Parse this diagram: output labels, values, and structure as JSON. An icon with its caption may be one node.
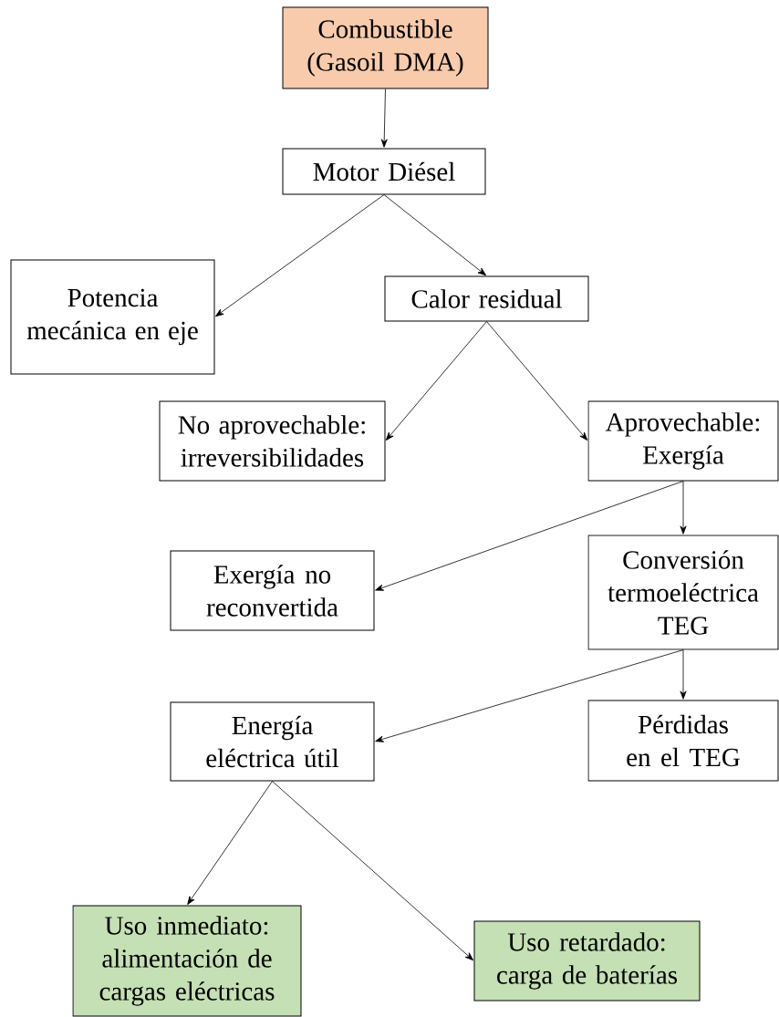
{
  "diagram": {
    "nodes": [
      {
        "text": [
          "Combustible (Gasoil DMA)"
        ]
      },
      {
        "text": [
          "Motor Diésel"
        ]
      },
      {
        "text": [
          "Potencia mecánica en eje"
        ]
      },
      {
        "text": [
          "Calor residual"
        ]
      },
      {
        "text": [
          "No aprovechable: irreversibilidades"
        ]
      },
      {
        "text": [
          "Aprovechable: Exergía"
        ]
      },
      {
        "text": [
          "Exergía no reconvertida"
        ]
      },
      {
        "text": [
          "Conversión termoeléctrica TEG"
        ]
      },
      {
        "text": [
          "Energía eléctrica útil"
        ]
      },
      {
        "text": [
          "Pérdidas en el TEG"
        ]
      },
      {
        "text": [
          "Uso inmediato: alimentación de cargas eléctricas"
        ]
      },
      {
        "text": [
          "Uso retardado: carga de baterías"
        ]
      }
    ],
    "edges": [
      {
        "from": 0,
        "to": 1,
        "arrow": "to"
      },
      {
        "from": 1,
        "to": 2,
        "arrow": "to"
      },
      {
        "from": 1,
        "to": 3,
        "arrow": "to"
      },
      {
        "from": 3,
        "to": 4,
        "arrow": "to"
      },
      {
        "from": 3,
        "to": 5,
        "arrow": "to"
      },
      {
        "from": 5,
        "to": 6,
        "arrow": "to"
      },
      {
        "from": 5,
        "to": 7,
        "arrow": "to"
      },
      {
        "from": 7,
        "to": 8,
        "arrow": "to"
      },
      {
        "from": 7,
        "to": 9,
        "arrow": "to"
      },
      {
        "from": 8,
        "to": 10,
        "arrow": "to"
      },
      {
        "from": 8,
        "to": 11,
        "arrow": "to"
      }
    ]
  }
}
